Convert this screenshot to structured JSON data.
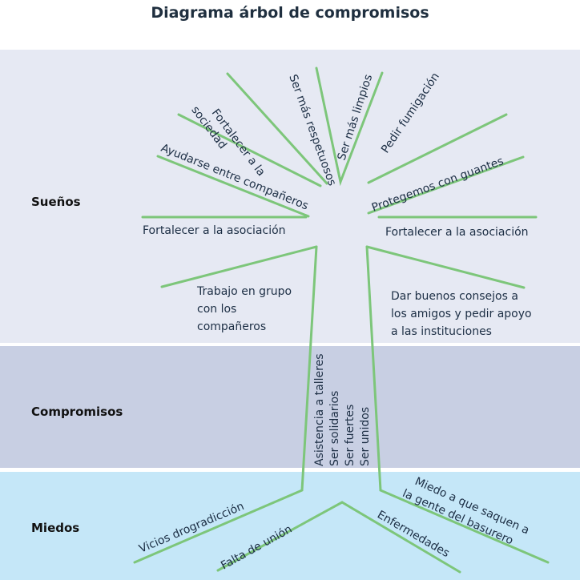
{
  "title": "Diagrama árbol de compromisos",
  "sections": {
    "suenos": "Sueños",
    "compromisos": "Compromisos",
    "miedos": "Miedos"
  },
  "colors": {
    "branch": "#7dc67a",
    "text": "#1c2e44",
    "suenos_band": "#e6e9f3",
    "compromisos_band": "#c8cfe3",
    "miedos_band": "#c5e7f8"
  },
  "suenos": {
    "fortalecer_sociedad_1": "Fortalecer a la",
    "fortalecer_sociedad_2": "sociedad",
    "respetuosos": "Ser más respetuosos",
    "limpios": "Ser más limpios",
    "fumigacion": "Pedir fumigación",
    "ayudarse": "Ayudarse entre compañeros",
    "guantes": "Protegemos con guantes",
    "asociacion_left": "Fortalecer a la asociación",
    "asociacion_right": "Fortalecer a la asociación",
    "trabajo": [
      "Trabajo en grupo",
      "con los",
      "compañeros"
    ],
    "consejos": [
      "Dar buenos consejos a",
      "los amigos y pedir apoyo",
      "a las instituciones"
    ]
  },
  "compromisos": [
    "Asistencia a talleres",
    "Ser solidarios",
    "Ser fuertes",
    "Ser unidos"
  ],
  "miedos": {
    "vicios": "Vicios drogradicción",
    "union": "Falta de unión",
    "enfermedades": "Enfermedades",
    "basurero_1": "Miedo a que saquen a",
    "basurero_2": "la gente del basurero"
  }
}
